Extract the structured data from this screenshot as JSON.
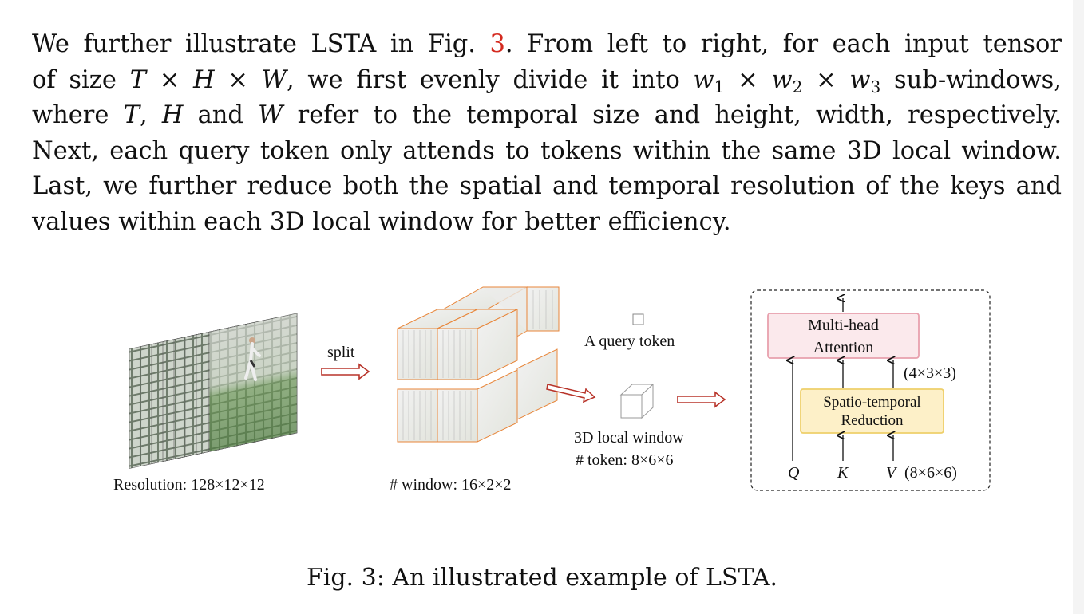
{
  "paragraph": {
    "l1_a": "We further illustrate LSTA in Fig. ",
    "l1_ref": "3",
    "l1_b": ". From left to right, for each input tensor",
    "l2_a": "of size ",
    "l2_math1": "T × H × W",
    "l2_b": ", we first evenly divide it into ",
    "l2_w": "w",
    "l2_s1": "1",
    "l2_x1": " × ",
    "l2_s2": "2",
    "l2_s3": "3",
    "l2_c": " sub-windows,",
    "l3_a": "where ",
    "l3_T": "T",
    "l3_comma": ", ",
    "l3_H": "H",
    "l3_and": " and ",
    "l3_W": "W",
    "l3_b": " refer to the temporal size and height, width, respectively.",
    "l4": "Next, each query token only attends to tokens within the same 3D local window.",
    "l5": "Last, we further reduce both the spatial and temporal resolution of the keys and",
    "l6": "values within each 3D local window for better efficiency."
  },
  "figure": {
    "input_label": "Resolution: 128×12×12",
    "split_label": "split",
    "window_label": "# window: 16×2×2",
    "query_label": "A query token",
    "local_window_label": "3D local window",
    "token_count_label": "# token: 8×6×6",
    "attention_line1": "Multi-head",
    "attention_line2": "Attention",
    "reduction_line1": "Spatio-temporal",
    "reduction_line2": "Reduction",
    "reduction_size": "(4×3×3)",
    "q_label": "Q",
    "k_label": "K",
    "v_label": "V",
    "v_size": "(8×6×6)"
  },
  "caption": {
    "prefix": "Fig. 3:",
    "text": " An illustrated example of LSTA."
  },
  "colors": {
    "reference": "#d42a1f",
    "cube_edge": "#e8863a",
    "arrow_red": "#b8342a",
    "attention_fill": "#fbe9ec",
    "attention_border": "#e8a0ad",
    "reduction_fill": "#fdf0c8",
    "reduction_border": "#eecf6a"
  }
}
